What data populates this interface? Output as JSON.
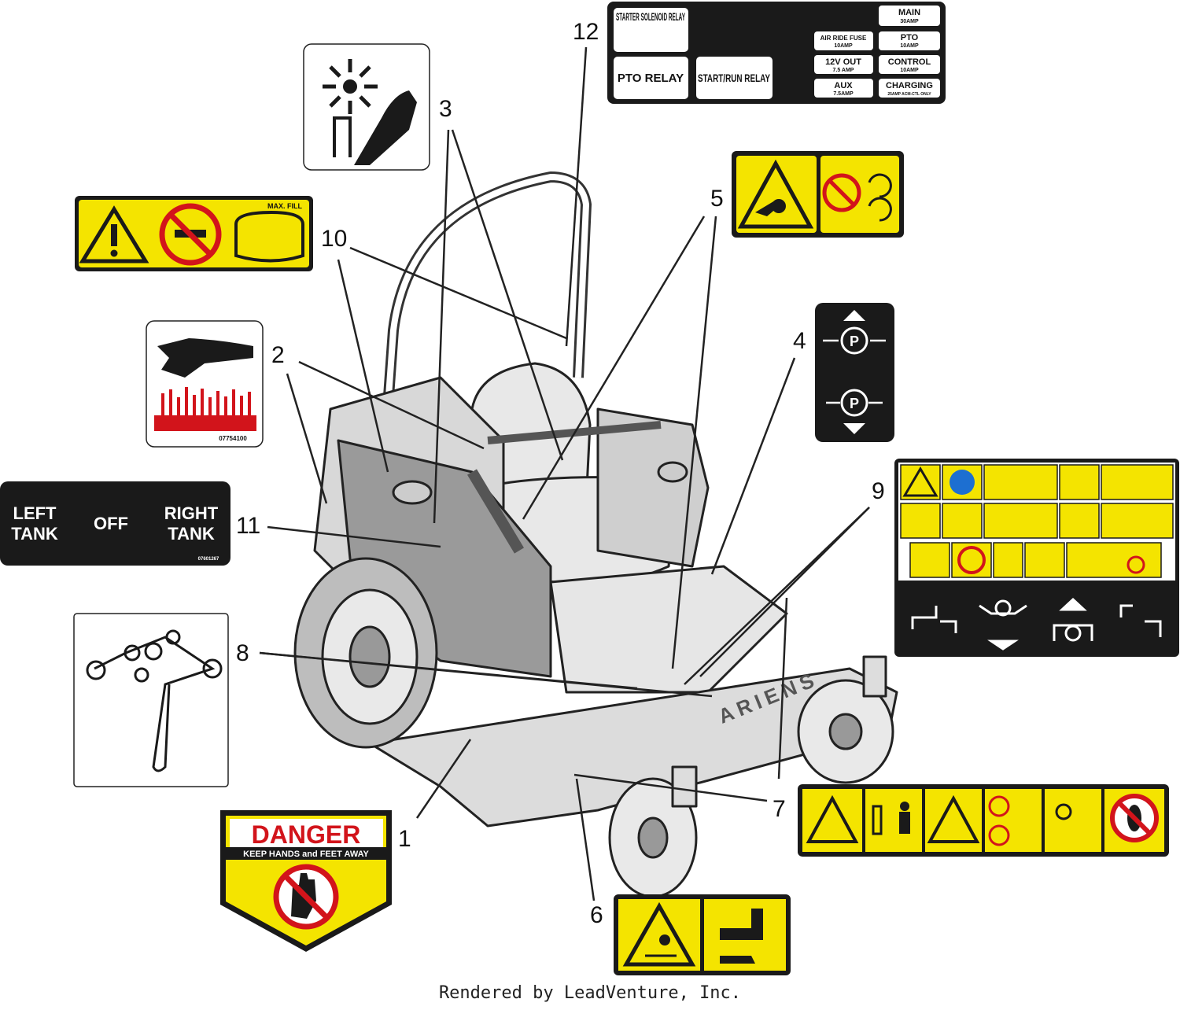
{
  "callouts": [
    "1",
    "2",
    "3",
    "4",
    "5",
    "6",
    "7",
    "8",
    "9",
    "10",
    "11",
    "12"
  ],
  "relay_label": {
    "starter_solenoid": "STARTER SOLENOID RELAY",
    "pto_relay": "PTO RELAY",
    "start_run_relay": "START/RUN RELAY",
    "main": "MAIN",
    "main_amp": "30AMP",
    "air_ride_fuse": "AIR RIDE FUSE",
    "air_ride_amp": "10AMP",
    "pto": "PTO",
    "pto_amp": "10AMP",
    "out_12v": "12V OUT",
    "out_12v_amp": "7.5 AMP",
    "control": "CONTROL",
    "control_amp": "10AMP",
    "aux": "AUX",
    "aux_amp": "7.5AMP",
    "charging": "CHARGING",
    "charging_note": "25AMP ACM-CTL ONLY"
  },
  "tank_label": {
    "left_line1": "LEFT",
    "left_line2": "TANK",
    "off": "OFF",
    "right_line1": "RIGHT",
    "right_line2": "TANK",
    "part": "07601267"
  },
  "hot_surface_label": {
    "part": "07754100"
  },
  "danger_label": {
    "title": "DANGER",
    "subtitle": "KEEP HANDS and FEET AWAY"
  },
  "fuel_label": {
    "max_fill": "MAX. FILL"
  },
  "machine_brand": "ARIENS",
  "footer": "Rendered by LeadVenture, Inc.",
  "colors": {
    "safety_yellow": "#f4e400",
    "black": "#1a1a1a",
    "danger_red": "#d2141b",
    "lead_line": "#222222"
  }
}
